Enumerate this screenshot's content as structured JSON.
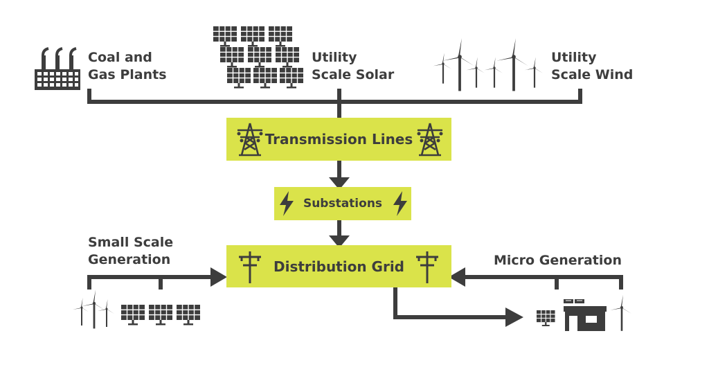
{
  "sources": {
    "coal_gas": "Coal and\nGas Plants",
    "utility_solar": "Utility\nScale Solar",
    "utility_wind": "Utility\nScale Wind"
  },
  "nodes": {
    "transmission": "Transmission Lines",
    "substations": "Substations",
    "distribution": "Distribution Grid"
  },
  "side": {
    "small_scale": "Small Scale\nGeneration",
    "micro": "Micro Generation"
  },
  "colors": {
    "box_fill": "#dae34a",
    "ink": "#3d3d3d",
    "background": "#ffffff"
  },
  "icons": [
    "factory-icon",
    "solar-panel-icon",
    "wind-turbine-icon",
    "transmission-tower-icon",
    "lightning-bolt-icon",
    "utility-pole-icon",
    "house-icon"
  ]
}
